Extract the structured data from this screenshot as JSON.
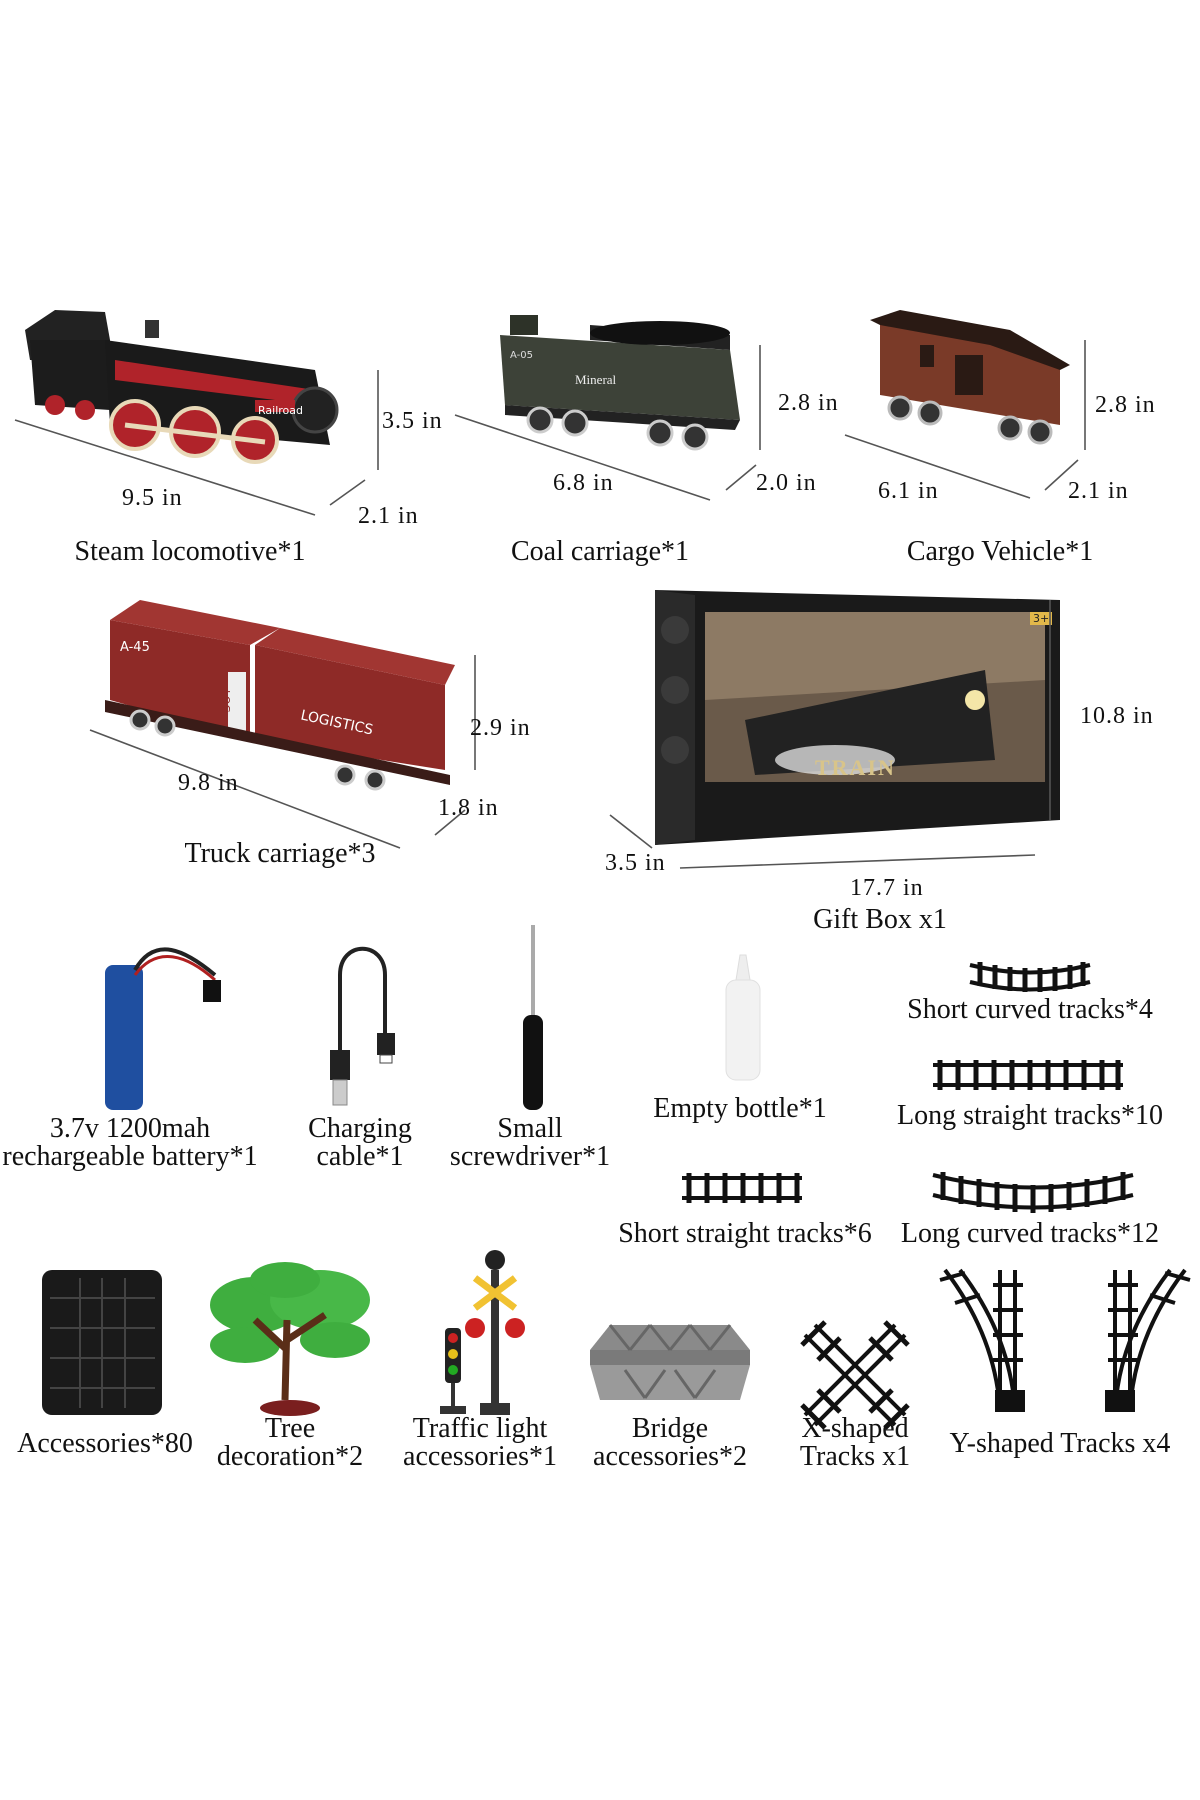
{
  "row1": [
    {
      "name": "Steam locomotive*1",
      "dims": [
        "9.5 in",
        "3.5 in",
        "2.1 in"
      ]
    },
    {
      "name": "Coal carriage*1",
      "dims": [
        "6.8 in",
        "2.8 in",
        "2.0 in"
      ]
    },
    {
      "name": "Cargo Vehicle*1",
      "dims": [
        "6.1 in",
        "2.8 in",
        "2.1 in"
      ]
    }
  ],
  "row2": [
    {
      "name": "Truck carriage*3",
      "dims": [
        "9.8 in",
        "2.9 in",
        "1.8 in"
      ]
    },
    {
      "name": "Gift Box x1",
      "dims": [
        "17.7 in",
        "10.8 in",
        "3.5 in"
      ]
    }
  ],
  "car_text": {
    "loco_plate": "Railroad",
    "coal_text": "Mineral",
    "coal_code": "A-05",
    "truck_code": "A-45",
    "truck_log": "LOG",
    "truck_logistics": "LOGISTICS",
    "box_title": "TRAIN",
    "box_badge": "3+"
  },
  "row3": {
    "battery": [
      "3.7v 1200mah",
      "rechargeable battery*1"
    ],
    "cable": [
      "Charging",
      "cable*1"
    ],
    "screwdriver": [
      "Small",
      "screwdriver*1"
    ],
    "bottle": "Empty bottle*1",
    "short_curved": "Short curved tracks*4",
    "long_straight": "Long straight tracks*10",
    "short_straight": "Short straight tracks*6",
    "long_curved": "Long curved tracks*12"
  },
  "row4": {
    "accessories": "Accessories*80",
    "tree": [
      "Tree",
      "decoration*2"
    ],
    "traffic": [
      "Traffic light",
      "accessories*1"
    ],
    "bridge": [
      "Bridge",
      "accessories*2"
    ],
    "xtrack": [
      "X-shaped",
      "Tracks x1"
    ],
    "ytrack": "Y-shaped Tracks x4"
  },
  "colors": {
    "loco_body": "#1c1c1c",
    "loco_red": "#b0232a",
    "coal_body": "#3d4238",
    "cargo_body": "#7a3a28",
    "truck_body": "#8e2a27",
    "battery": "#1f4fa0",
    "tree": "#3fae3f"
  }
}
